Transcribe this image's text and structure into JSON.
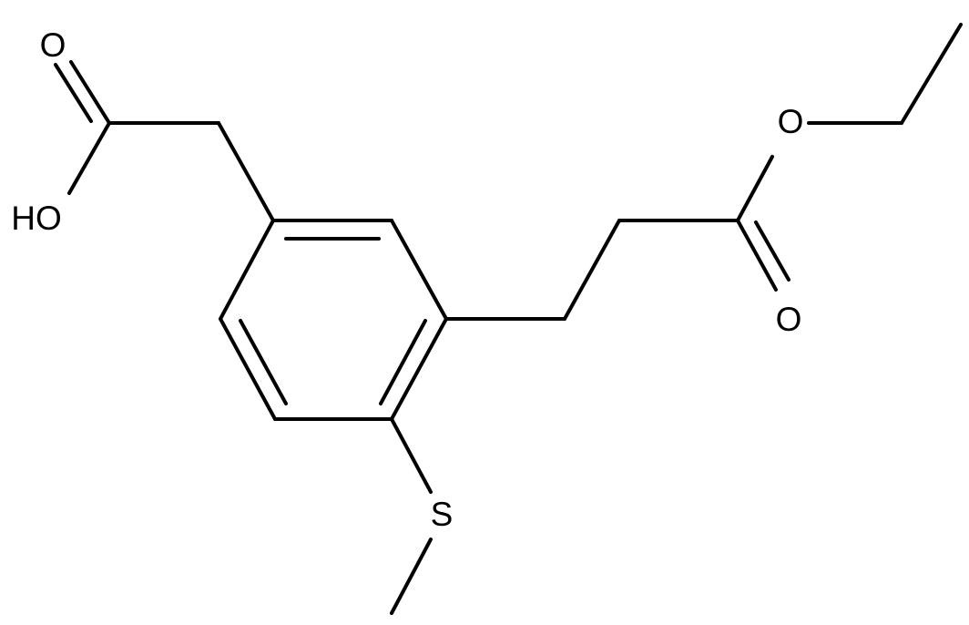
{
  "molecule": {
    "atoms": {
      "hydroxyl": "HO",
      "acid_carbonyl_oxygen": "O",
      "ester_oxygen": "O",
      "ester_carbonyl_oxygen": "O",
      "sulfur": "S"
    }
  },
  "colors": {
    "bond": "#000000",
    "label": "#000000",
    "background": "#ffffff"
  }
}
